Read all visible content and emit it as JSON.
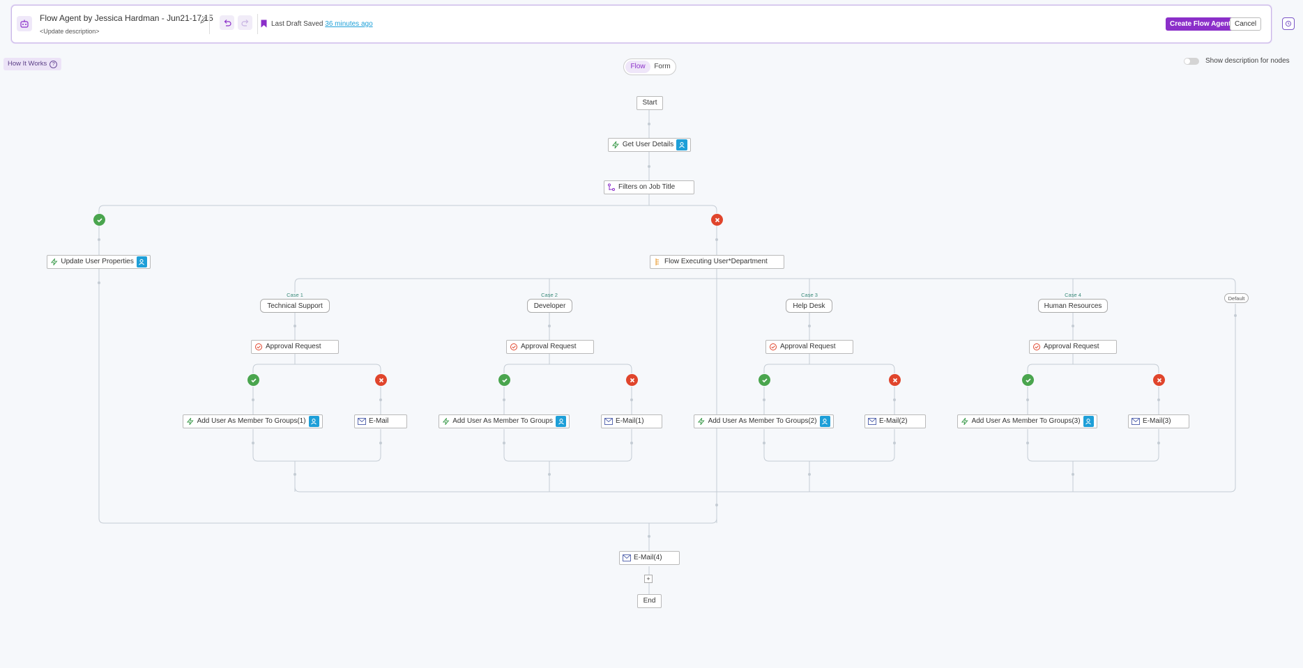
{
  "header": {
    "title": "Flow Agent by Jessica Hardman - Jun21-17:15",
    "description": "<Update description>",
    "draft_label": "Last Draft Saved",
    "draft_time": "36 minutes ago",
    "create_label": "Create Flow Agent",
    "cancel_label": "Cancel"
  },
  "toolbar": {
    "how_label": "How It Works",
    "tabs": {
      "flow": "Flow",
      "form": "Form"
    },
    "toggle_label": "Show description for nodes",
    "toggle_on": false
  },
  "flow": {
    "start": "Start",
    "get_user": "Get User Details",
    "filter": "Filters on Job Title",
    "update_user": "Update User Properties",
    "switch": "Flow Executing User*Department",
    "cases": [
      {
        "case": "Case 1",
        "label": "Technical Support",
        "approval": "Approval Request",
        "action": "Add User As Member To Groups(1)",
        "email": "E-Mail"
      },
      {
        "case": "Case 2",
        "label": "Developer",
        "approval": "Approval Request",
        "action": "Add User As Member To Groups",
        "email": "E-Mail(1)"
      },
      {
        "case": "Case 3",
        "label": "Help Desk",
        "approval": "Approval Request",
        "action": "Add User As Member To Groups(2)",
        "email": "E-Mail(2)"
      },
      {
        "case": "Case 4",
        "label": "Human Resources",
        "approval": "Approval Request",
        "action": "Add User As Member To Groups(3)",
        "email": "E-Mail(3)"
      }
    ],
    "default": "Default",
    "final_email": "E-Mail(4)",
    "add": "+",
    "end": "End"
  },
  "colors": {
    "accent": "#8b2fc9",
    "link": "#1ea0d8",
    "success": "#4aa54e",
    "danger": "#e0452c",
    "user_badge": "#1e9fd8"
  }
}
